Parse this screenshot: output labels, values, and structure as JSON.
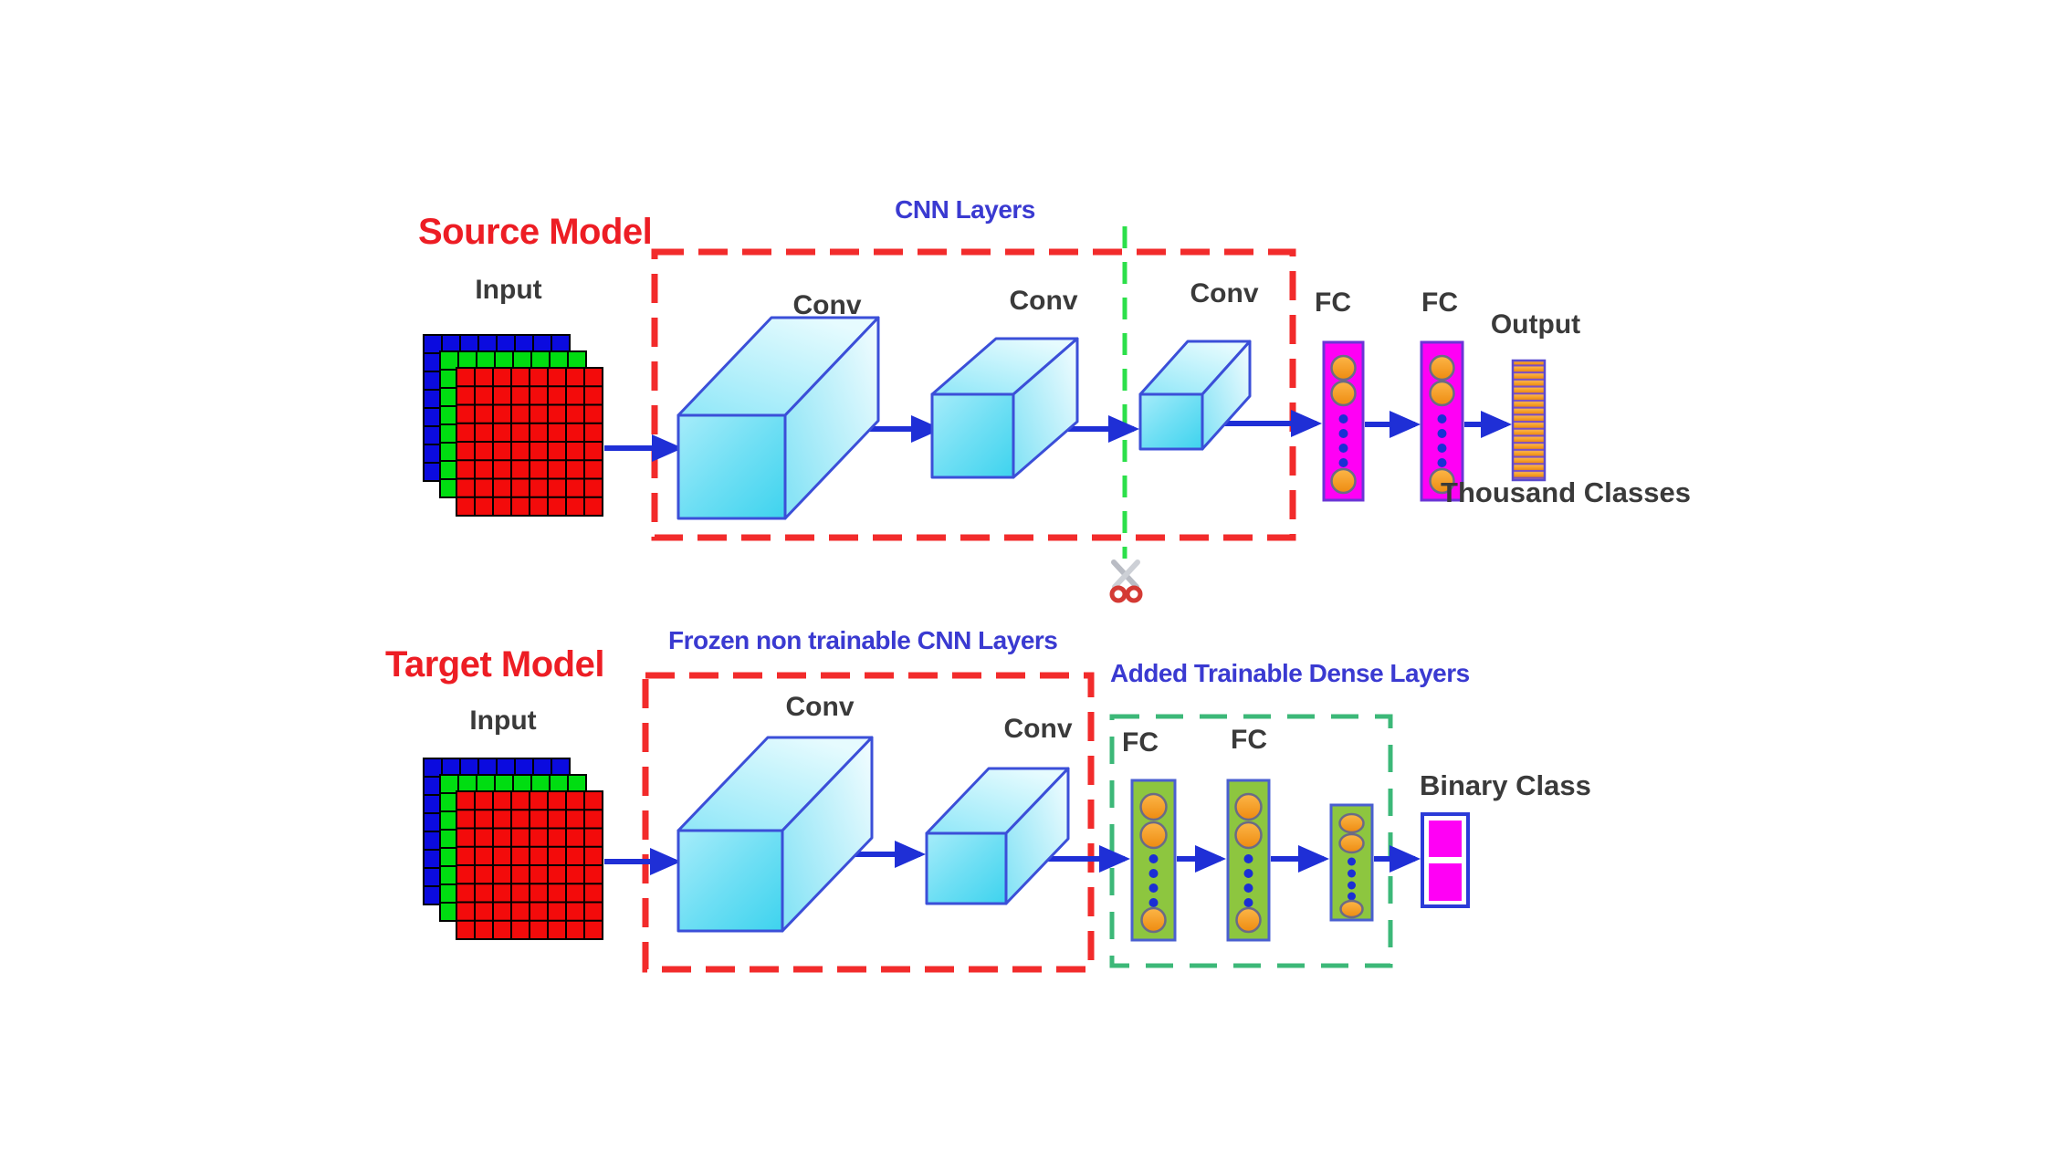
{
  "diagram": {
    "source": {
      "title": "Source Model",
      "cnn_box_label": "CNN Layers",
      "input_label": "Input",
      "conv_labels": [
        "Conv",
        "Conv",
        "Conv"
      ],
      "fc_labels": [
        "FC",
        "FC"
      ],
      "output_label": "Output",
      "output_caption": "Thousand Classes"
    },
    "target": {
      "title": "Target Model",
      "frozen_box_label": "Frozen non trainable CNN Layers",
      "dense_box_label": "Added Trainable Dense Layers",
      "input_label": "Input",
      "conv_labels": [
        "Conv",
        "Conv"
      ],
      "fc_labels": [
        "FC",
        "FC"
      ],
      "output_caption": "Binary Class"
    },
    "icons": {
      "cut_icon": "scissors-icon"
    },
    "colors": {
      "title_red": "#ed1d24",
      "label_blue": "#3a3ad1",
      "label_dark": "#3a3a3a",
      "dashed_red": "#f22b2b",
      "cut_line_green": "#2ce04a",
      "dense_box_green": "#3cb878",
      "arrow_blue": "#1f2fd6",
      "conv_border_blue": "#3b4fd8",
      "fc_magenta": "#ff00f5",
      "fc_green": "#8dc63f",
      "node_orange": "#f7941d",
      "node_dot_blue": "#1b2fd4",
      "output_stripe_orange": "#f5a01e",
      "output_stripe_separator": "#7b4fc4",
      "grid_blue": "#0b0bdf",
      "grid_green": "#00dd11",
      "grid_red": "#f30b0b"
    }
  }
}
